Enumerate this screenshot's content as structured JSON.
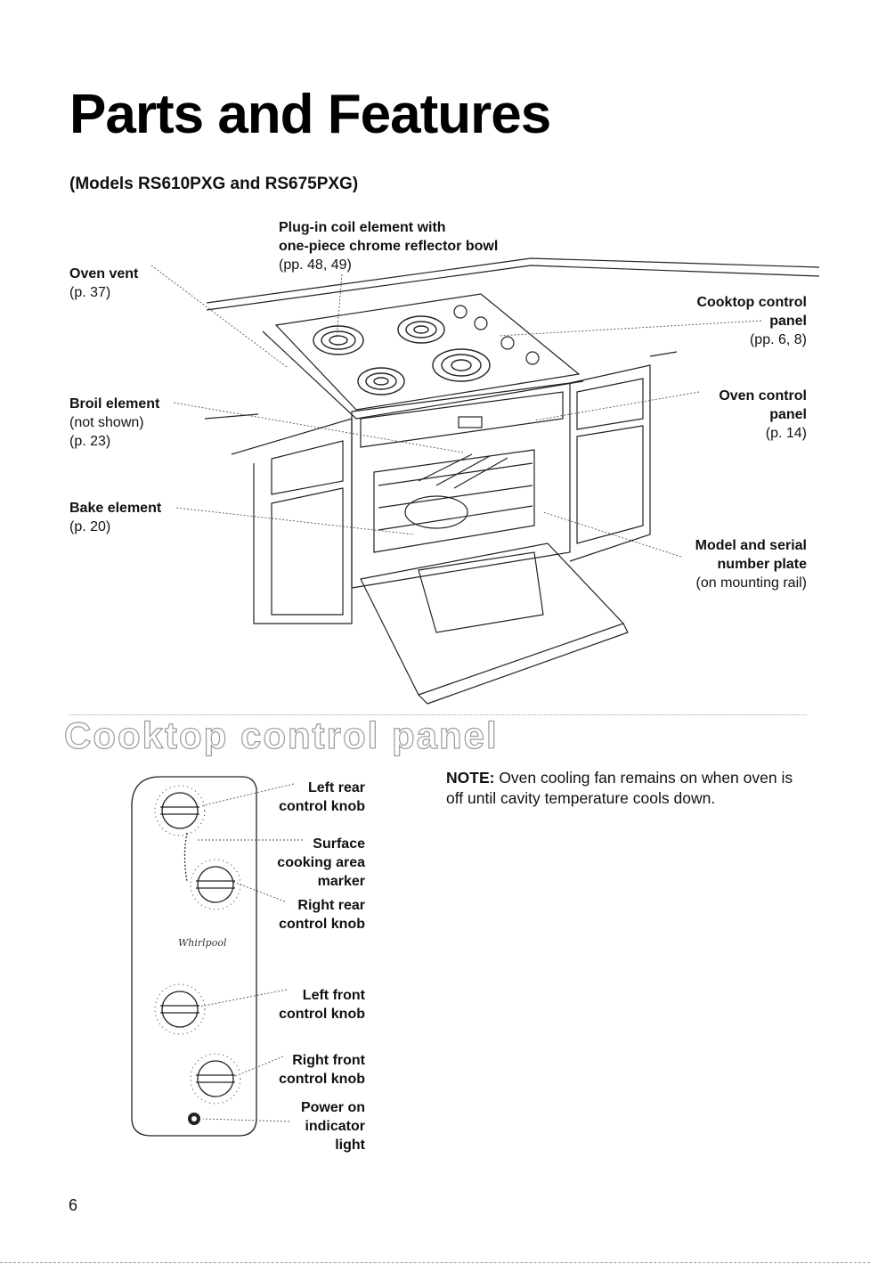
{
  "page": {
    "title": "Parts and Features",
    "subtitle": "(Models RS610PXG and RS675PXG)",
    "page_number": "6"
  },
  "range_labels": {
    "coil": {
      "l1": "Plug-in coil element with",
      "l2": "one-piece chrome reflector bowl",
      "l3": "(pp. 48, 49)"
    },
    "oven_vent": {
      "l1": "Oven vent",
      "l2": "(p. 37)"
    },
    "cooktop_panel": {
      "l1": "Cooktop control",
      "l2": "panel",
      "l3": "(pp. 6, 8)"
    },
    "broil": {
      "l1": "Broil element",
      "l2": "(not shown)",
      "l3": "(p. 23)"
    },
    "oven_panel": {
      "l1": "Oven control",
      "l2": "panel",
      "l3": "(p. 14)"
    },
    "bake": {
      "l1": "Bake element",
      "l2": "(p. 20)"
    },
    "model_plate": {
      "l1": "Model and serial",
      "l2": "number plate",
      "l3": "(on mounting rail)"
    }
  },
  "section": {
    "title": "Cooktop control panel"
  },
  "panel_labels": {
    "left_rear": {
      "l1": "Left rear",
      "l2": "control knob"
    },
    "surface_marker": {
      "l1": "Surface",
      "l2": "cooking area",
      "l3": "marker"
    },
    "right_rear": {
      "l1": "Right rear",
      "l2": "control knob"
    },
    "left_front": {
      "l1": "Left front",
      "l2": "control knob"
    },
    "right_front": {
      "l1": "Right front",
      "l2": "control knob"
    },
    "power": {
      "l1": "Power on",
      "l2": "indicator",
      "l3": "light"
    }
  },
  "note": {
    "label": "NOTE:",
    "text": " Oven cooling fan remains on when oven is off until cavity temperature cools down."
  }
}
